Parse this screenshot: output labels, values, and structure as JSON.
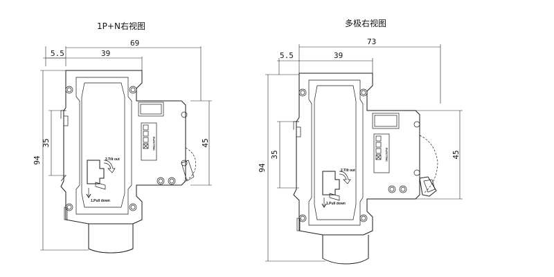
{
  "views": [
    {
      "title": "1P+N右视图",
      "dimensions": {
        "offset": "5.5",
        "center": "39",
        "depth": "69",
        "height": "94",
        "rail": "35",
        "front": "45"
      },
      "labels": {
        "tilt": "2.Tilt out",
        "pull": "1.Pull down",
        "brand": "ELECTRIC"
      }
    },
    {
      "title": "多极右视图",
      "dimensions": {
        "offset": "5.5",
        "center": "39",
        "depth": "73",
        "height": "94",
        "rail": "35",
        "front": "45"
      },
      "labels": {
        "tilt": "2.Tilt out",
        "pull": "1.Pull down",
        "brand": "ELECTRIC"
      }
    }
  ]
}
